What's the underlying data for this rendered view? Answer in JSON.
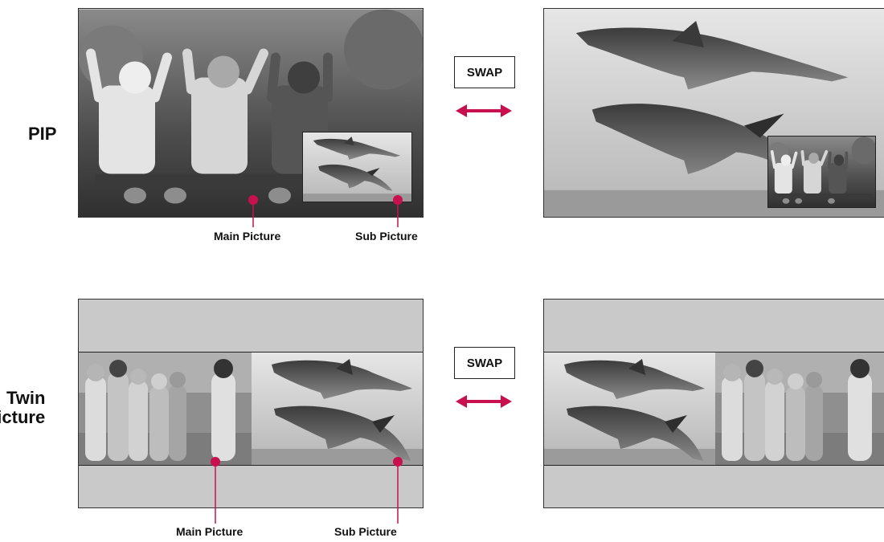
{
  "colors": {
    "accent": "#c8104f",
    "band": "#c9c9c9"
  },
  "pip": {
    "label": "PIP",
    "swap_label": "SWAP",
    "main_callout": "Main Picture",
    "sub_callout": "Sub Picture"
  },
  "twin": {
    "label_line1": "Twin",
    "label_line2": "icture",
    "swap_label": "SWAP",
    "main_callout": "Main Picture",
    "sub_callout": "Sub Picture"
  }
}
